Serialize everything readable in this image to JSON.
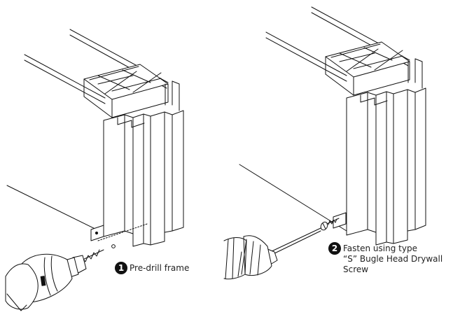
{
  "steps": [
    {
      "number": "1",
      "text": "Pre-drill frame"
    },
    {
      "number": "2",
      "line1": "Fasten using type",
      "line2": "“S” Bugle Head Drywall",
      "line3": "Screw"
    }
  ],
  "colors": {
    "ink": "#111111",
    "background": "#ffffff"
  }
}
